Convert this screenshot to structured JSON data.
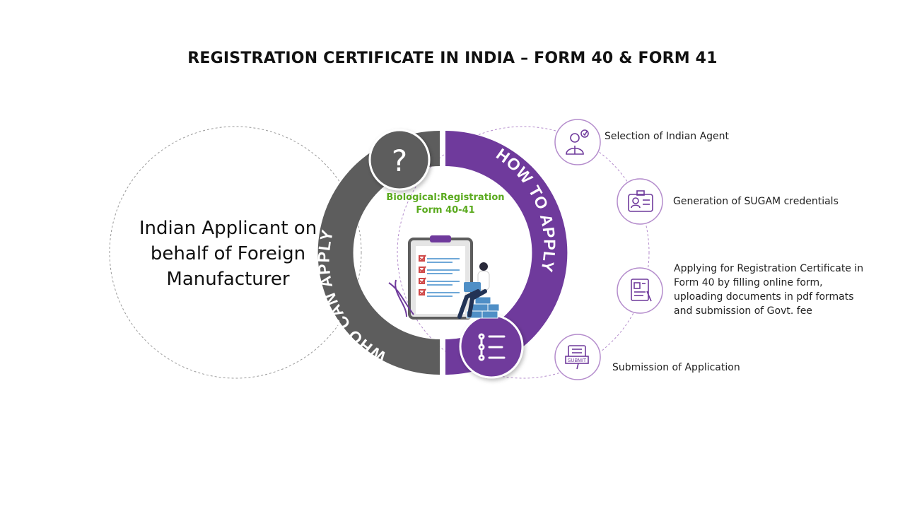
{
  "title": "REGISTRATION CERTIFICATE IN INDIA – FORM 40 & FORM 41",
  "colors": {
    "purple": "#6f3a9c",
    "gray": "#5d5d5d",
    "green": "#5aaa1e",
    "icon_stroke": "#6f3a9c"
  },
  "left": {
    "arc_label": "WHO CAN APPLY",
    "badge_icon": "question-mark-icon",
    "badge_text": "?",
    "applicant_line1": "Indian Applicant on",
    "applicant_line2": "behalf of Foreign",
    "applicant_line3": "Manufacturer"
  },
  "right": {
    "arc_label": "HOW TO APPLY",
    "badge_icon": "flow-list-icon"
  },
  "center": {
    "title_line1": "Biological:Registration",
    "title_line2": "Form 40-41",
    "illustration": "clipboard-checklist-person-laptop-illustration"
  },
  "steps": [
    {
      "icon": "agent-person-icon",
      "text": "Selection of Indian Agent"
    },
    {
      "icon": "id-card-icon",
      "text": "Generation of SUGAM credentials"
    },
    {
      "icon": "form-document-icon",
      "line1": "Applying for Registration Certificate in",
      "line2": "Form 40 by filling online form,",
      "line3": "uploading documents in pdf formats",
      "line4": "and submission of Govt. fee"
    },
    {
      "icon": "submit-document-icon",
      "text": "Submission of Application",
      "icon_label": "SUBMIT"
    }
  ]
}
